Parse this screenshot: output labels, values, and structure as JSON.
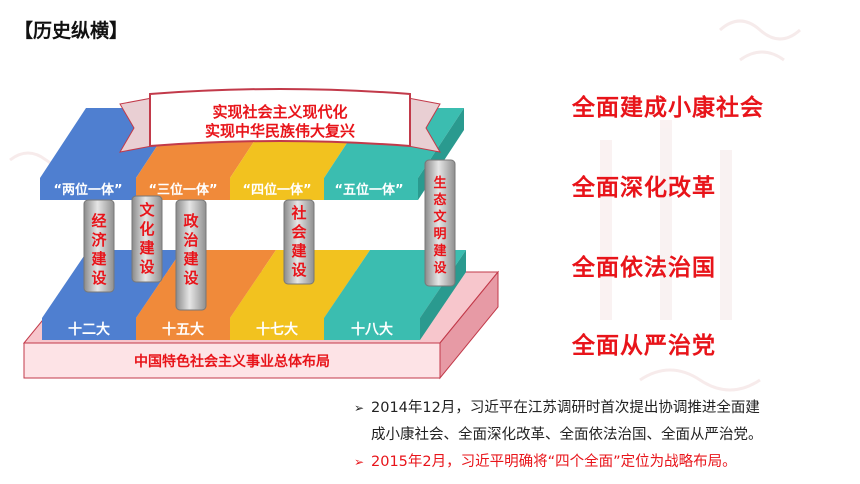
{
  "section_title": "【历史纵横】",
  "banner": {
    "line1": "实现社会主义现代化",
    "line2": "实现中华民族伟大复兴"
  },
  "beam_labels": [
    "“两位一体”",
    "“三位一体”",
    "“四位一体”",
    "“五位一体”"
  ],
  "pillars": [
    {
      "label": "经济建设",
      "chars": [
        "经",
        "济",
        "建",
        "设"
      ]
    },
    {
      "label": "文化建设",
      "chars": [
        "文",
        "化",
        "建",
        "设"
      ]
    },
    {
      "label": "政治建设",
      "chars": [
        "政",
        "治",
        "建",
        "设"
      ]
    },
    {
      "label": "社会建设",
      "chars": [
        "社",
        "会",
        "建",
        "设"
      ]
    },
    {
      "label": "生态文明建设",
      "chars": [
        "生",
        "态",
        "文",
        "明",
        "建",
        "设"
      ]
    }
  ],
  "base_labels": [
    "十二大",
    "十五大",
    "十七大",
    "十八大"
  ],
  "foundation": "中国特色社会主义事业总体布局",
  "slogans": [
    "全面建成小康社会",
    "全面深化改革",
    "全面依法治国",
    "全面从严治党"
  ],
  "notes": {
    "note1_line1": "2014年12月，习近平在江苏调研时首次提出协调推进全面建",
    "note1_line2": "成小康社会、全面深化改革、全面依法治国、全面从严治党。",
    "note2": "2015年2月，习近平明确将“四个全面”定位为战略布局。"
  },
  "colors": {
    "blue": "#4f7fd0",
    "orange": "#f08a3a",
    "yellow": "#f2c21f",
    "teal": "#3bbdb0",
    "red": "#e8141a",
    "foundation": "#fde3e6"
  }
}
